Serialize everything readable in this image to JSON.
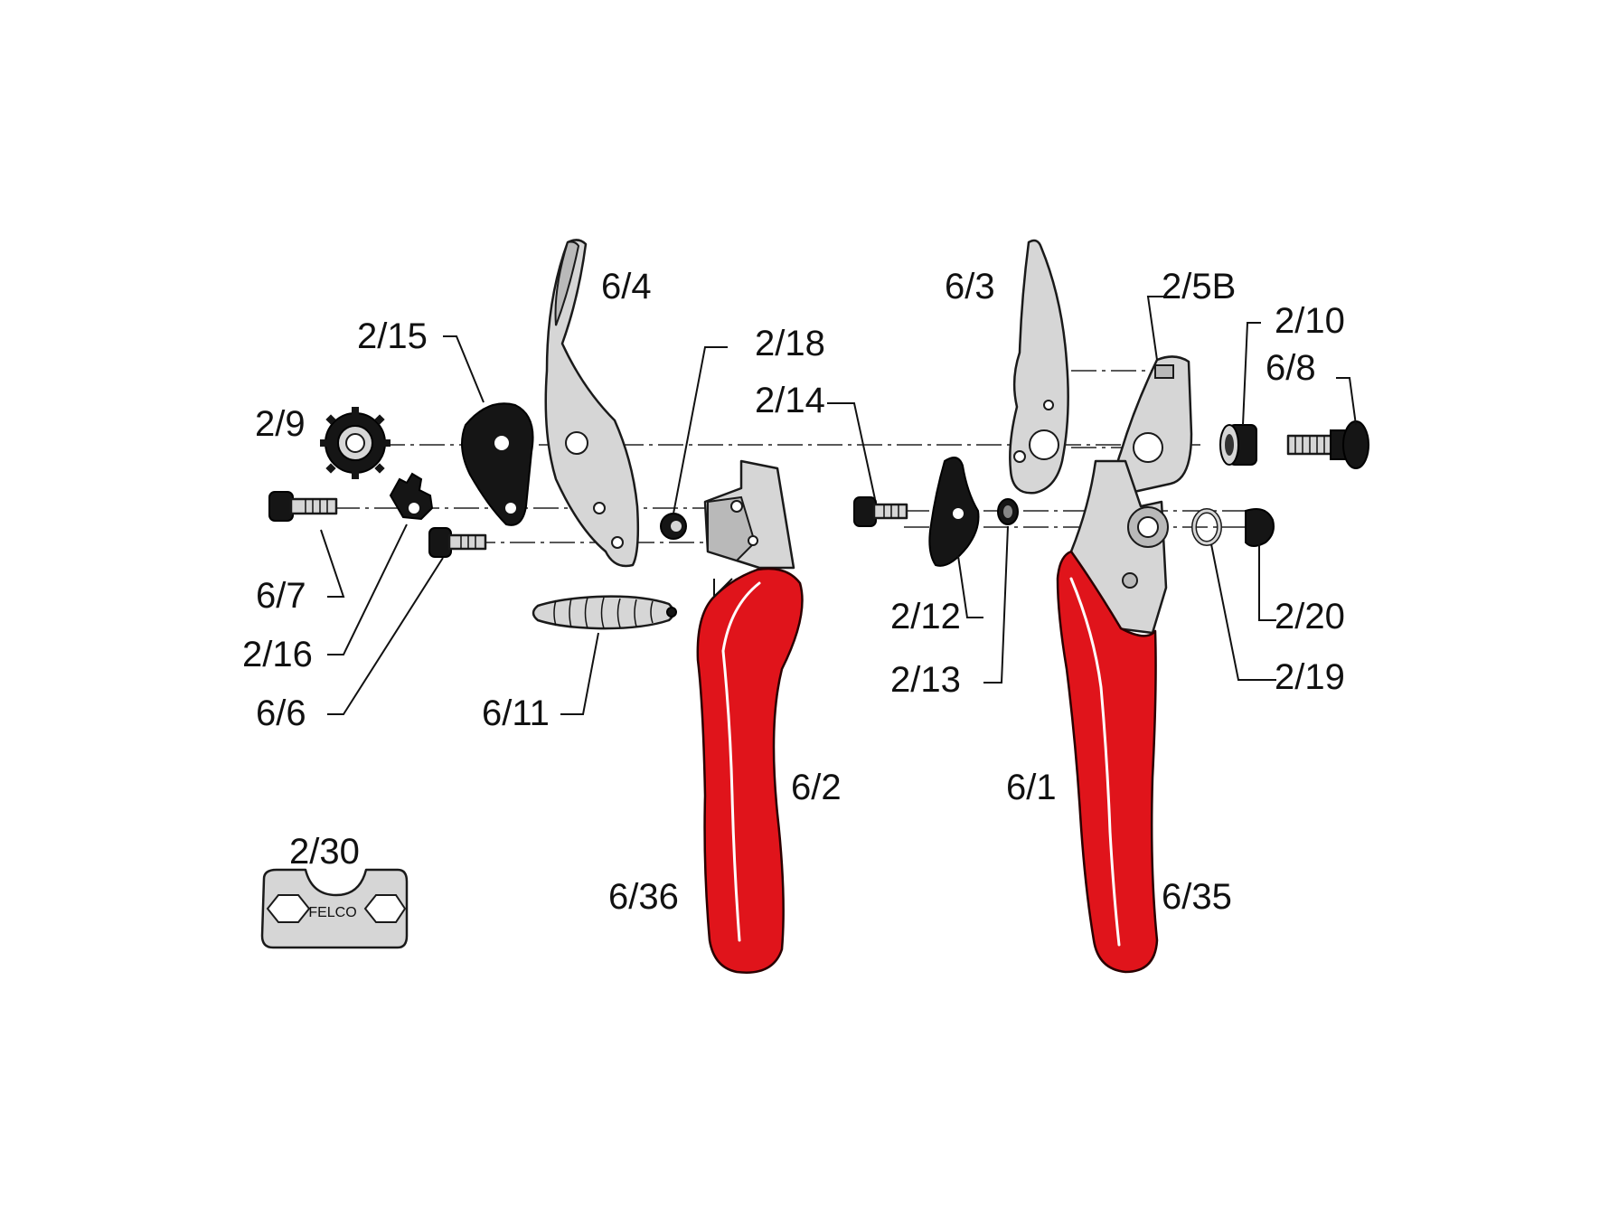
{
  "labels": {
    "p6_4": "6/4",
    "p2_15": "2/15",
    "p2_18": "2/18",
    "p2_9": "2/9",
    "p2_14": "2/14",
    "p6_7": "6/7",
    "p2_16": "2/16",
    "p6_6": "6/6",
    "p6_11": "6/11",
    "p6_2": "6/2",
    "p6_36": "6/36",
    "p2_30": "2/30",
    "p6_3": "6/3",
    "p2_5b": "2/5B",
    "p2_10": "2/10",
    "p6_8": "6/8",
    "p2_12": "2/12",
    "p2_13": "2/13",
    "p2_20": "2/20",
    "p2_19": "2/19",
    "p6_1": "6/1",
    "p6_35": "6/35"
  },
  "logo_text": "FELCO",
  "colors": {
    "handle_red": "#e0141b",
    "steel": "#d6d6d6",
    "black_part": "#151515",
    "background": "#ffffff"
  }
}
